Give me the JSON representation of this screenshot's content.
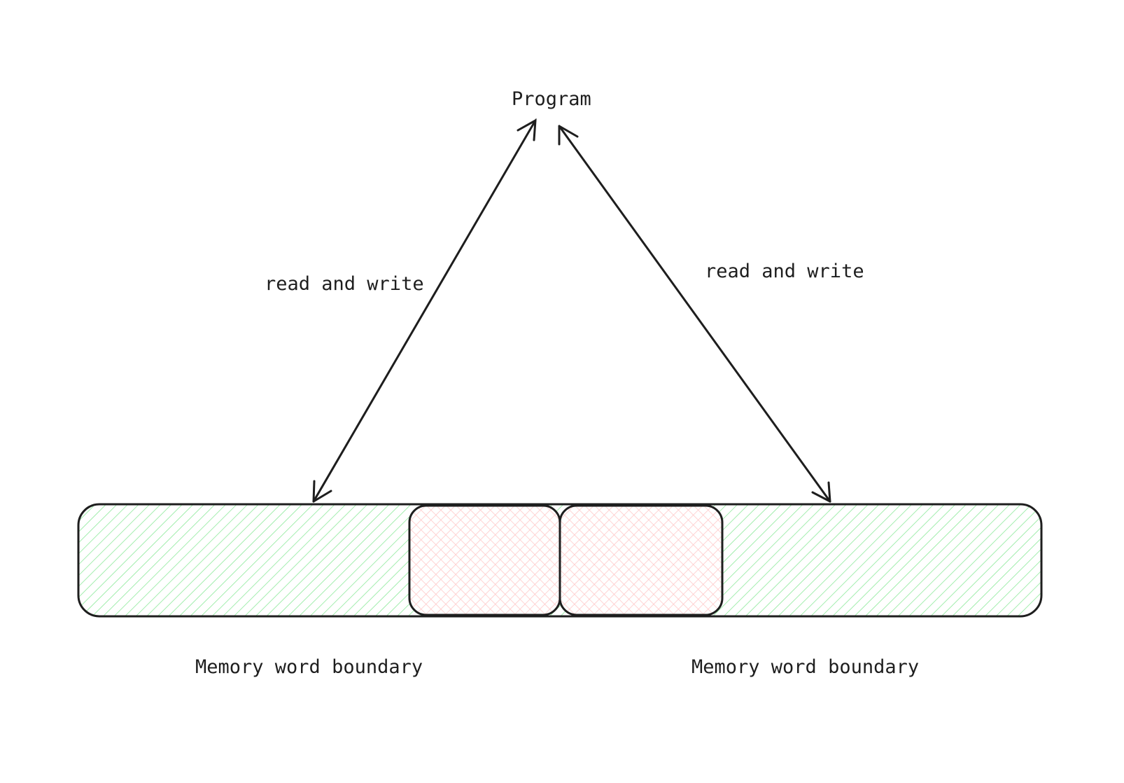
{
  "labels": {
    "program": "Program",
    "left_edge": "read and write",
    "right_edge": "read and write",
    "left_boundary": "Memory word boundary",
    "right_boundary": "Memory word boundary"
  },
  "colors": {
    "stroke": "#1e1e1e",
    "memory_hatch": "#8ce99a",
    "overlap_hatch": "#ffc9c9",
    "background": "#ffffff"
  }
}
